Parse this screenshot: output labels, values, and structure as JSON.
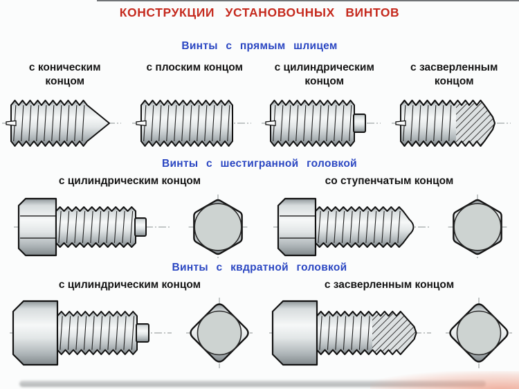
{
  "page": {
    "title": "КОНСТРУКЦИИ УСТАНОВОЧНЫХ ВИНТОВ"
  },
  "colors": {
    "title_red": "#c52a1e",
    "section_blue": "#2a46c2",
    "label_black": "#141414",
    "metal_light": "#f6f8f8",
    "metal_dark": "#82898c"
  },
  "sections": [
    {
      "title": "Винты с прямым шлицем",
      "screws": [
        {
          "label": "с коническим концом",
          "end": "conical"
        },
        {
          "label": "с плоским концом",
          "end": "flat"
        },
        {
          "label": "с цилиндрическим концом",
          "end": "cylindrical"
        },
        {
          "label": "с засверленным концом",
          "end": "drilled"
        }
      ]
    },
    {
      "title": "Винты с шестигранной головкой",
      "screws": [
        {
          "label": "с цилиндрическим концом",
          "end": "cylindrical"
        },
        {
          "label": "со ступенчатым концом",
          "end": "stepped"
        }
      ]
    },
    {
      "title": "Винты с квдратной головкой",
      "screws": [
        {
          "label": "с цилиндрическим концом",
          "end": "cylindrical"
        },
        {
          "label": "с засверленным концом",
          "end": "drilled"
        }
      ]
    }
  ]
}
